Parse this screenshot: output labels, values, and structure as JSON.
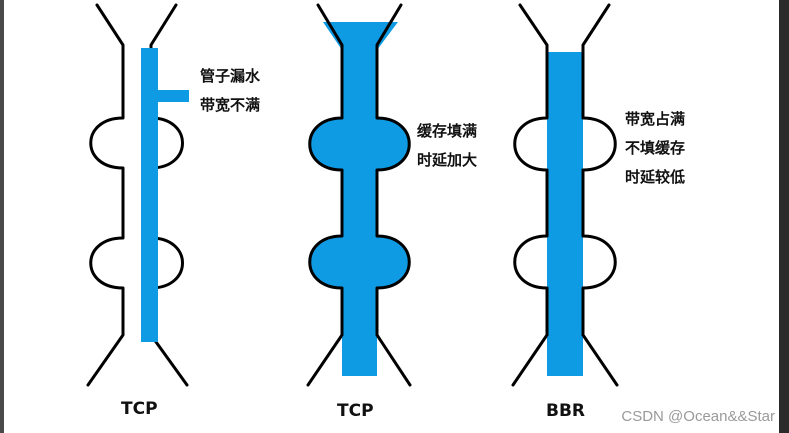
{
  "colors": {
    "fill": "#0f9be3",
    "outline": "#000000",
    "text": "#111111"
  },
  "panels": [
    {
      "caption": "TCP",
      "lines": [
        "管子漏水",
        "带宽不满"
      ]
    },
    {
      "caption": "TCP",
      "lines": [
        "缓存填满",
        "时延加大"
      ]
    },
    {
      "caption": "BBR",
      "lines": [
        "带宽占满",
        "不填缓存",
        "时延较低"
      ]
    }
  ],
  "watermark": "CSDN @Ocean&&Star"
}
